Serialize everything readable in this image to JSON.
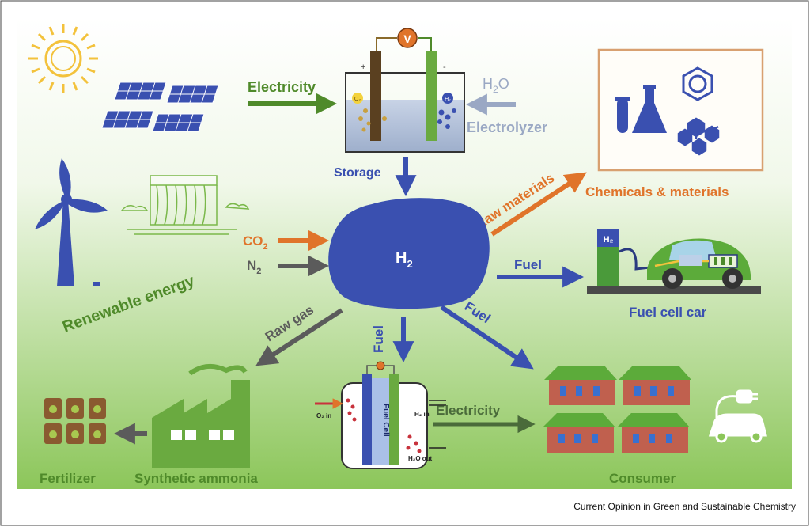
{
  "labels": {
    "electricity_top": "Electricity",
    "water_h": "H",
    "water_sub": "2",
    "water_o": "O",
    "electrolyzer": "Electrolyzer",
    "volt": "V",
    "o2_bubble": "O₂",
    "h2_bubble": "H₂",
    "plus": "+",
    "minus": "-",
    "storage": "Storage",
    "hydrogen_h": "H",
    "hydrogen_sub": "2",
    "co2_main": "CO",
    "co2_sub": "2",
    "n2_main": "N",
    "n2_sub": "2",
    "renewable_energy": "Renewable energy",
    "raw_materials": "Raw materials",
    "chemicals_materials": "Chemicals & materials",
    "fuel_car": "Fuel",
    "station_h2": "H₂",
    "fuel_cell_car": "Fuel cell car",
    "raw_gas": "Raw gas",
    "fuel_down": "Fuel",
    "fuel_diag": "Fuel",
    "fuel_cell": "Fuel Cell",
    "o2_in": "O₂ in",
    "h2_in": "H₂ in",
    "h2o_out": "H₂O out",
    "electricity_bottom": "Electricity",
    "fertilizer": "Fertilizer",
    "synthetic_ammonia": "Synthetic ammonia",
    "consumer": "Consumer"
  },
  "credit": "Current Opinion in Green and Sustainable Chemistry",
  "colors": {
    "hydrogen_blue": "#3a50b0",
    "green_text": "#4f8a2a",
    "orange": "#e0742a",
    "gray_arrow": "#5b5b5b",
    "h2o_gray": "#9aa8c4",
    "sun_yellow": "#f3c23c",
    "house_red": "#c0604e",
    "roof_green": "#5cab3a",
    "bg_top": "#ffffff",
    "bg_bottom": "#8cc65a"
  }
}
